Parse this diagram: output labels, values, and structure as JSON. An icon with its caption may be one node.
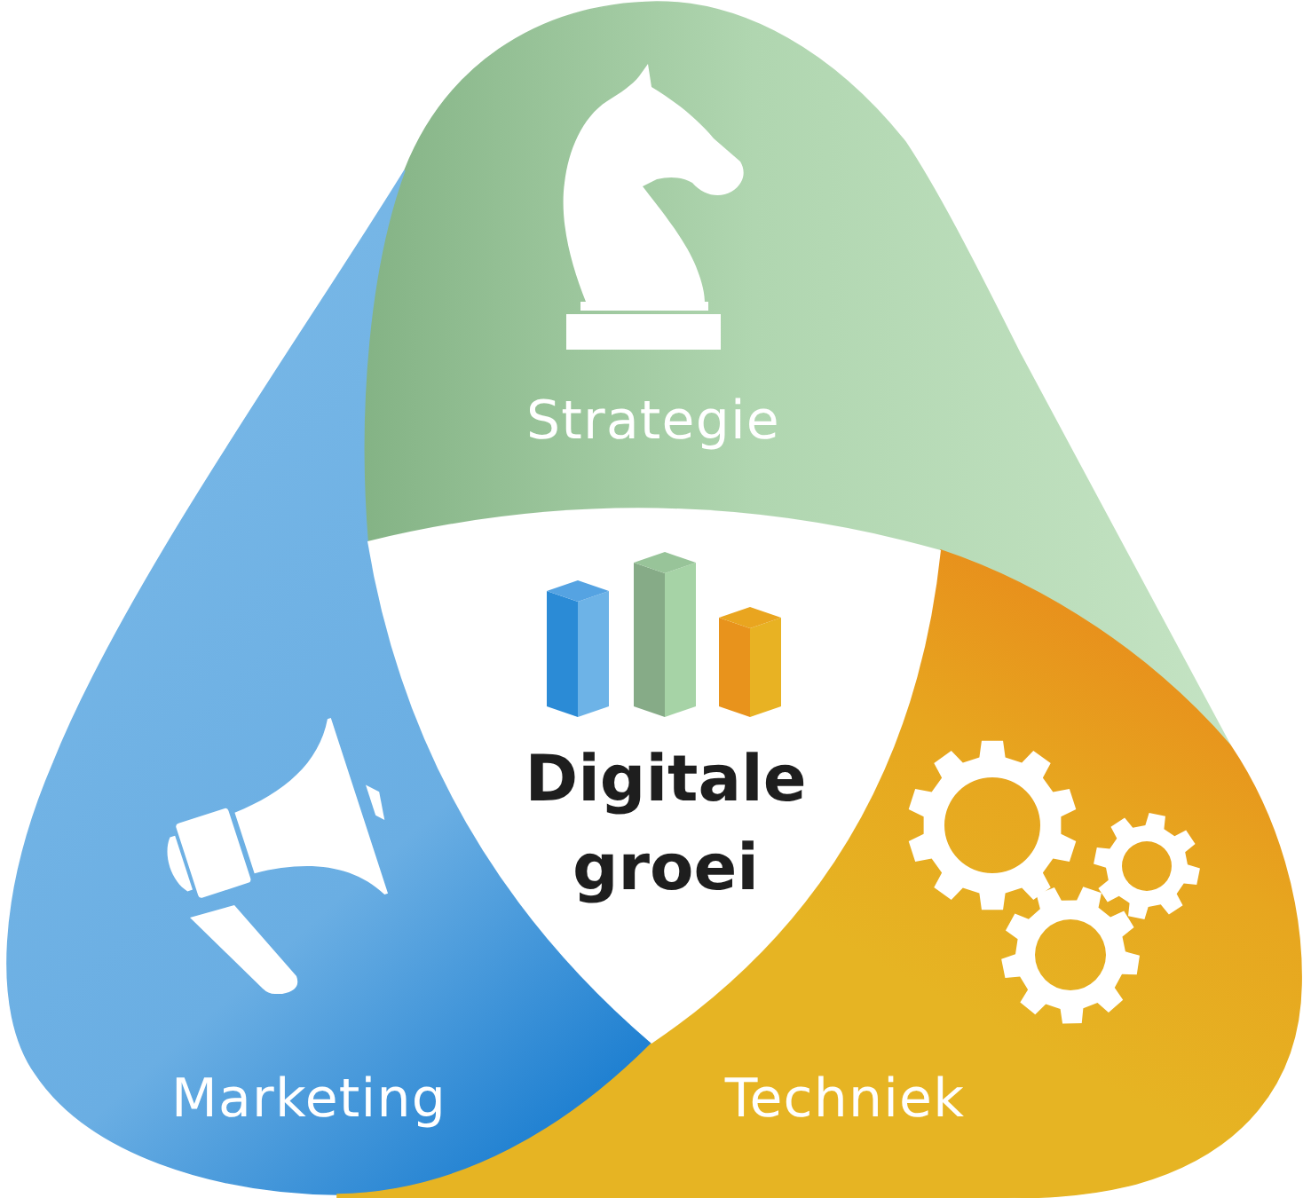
{
  "diagram": {
    "nodes": [
      {
        "text": [
          "Strategie"
        ]
      },
      {
        "text": [
          "Digitale groei"
        ]
      },
      {
        "text": [
          "Marketing"
        ]
      },
      {
        "text": [
          "Techniek"
        ]
      }
    ]
  }
}
